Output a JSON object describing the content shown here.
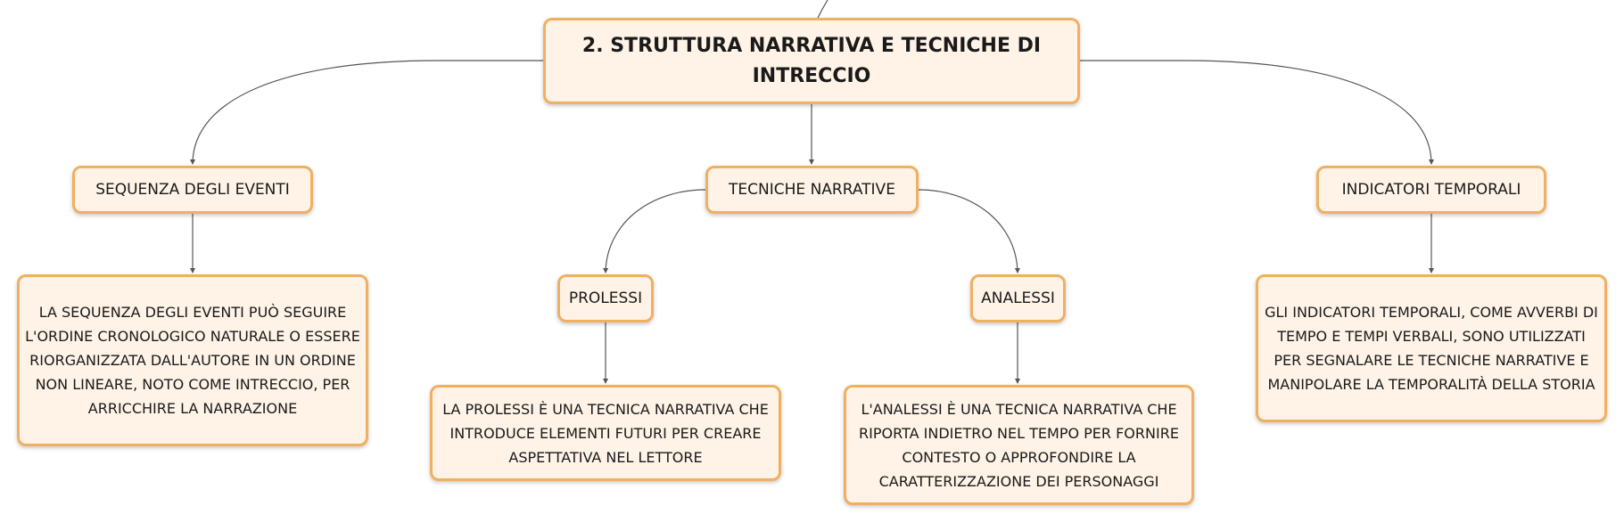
{
  "diagram": {
    "root": {
      "title": "2. STRUTTURA NARRATIVA E TECNICHE DI INTRECCIO"
    },
    "branches": [
      {
        "label": "SEQUENZA DEGLI EVENTI",
        "description": "LA SEQUENZA DEGLI EVENTI PUÒ SEGUIRE L'ORDINE CRONOLOGICO NATURALE O ESSERE RIORGANIZZATA DALL'AUTORE IN UN ORDINE NON LINEARE, NOTO COME INTRECCIO, PER ARRICCHIRE LA NARRAZIONE"
      },
      {
        "label": "TECNICHE NARRATIVE",
        "children": [
          {
            "label": "PROLESSI",
            "description": "LA PROLESSI È UNA TECNICA NARRATIVA CHE INTRODUCE ELEMENTI FUTURI PER CREARE ASPETTATIVA NEL LETTORE"
          },
          {
            "label": "ANALESSI",
            "description": "L'ANALESSI È UNA TECNICA NARRATIVA CHE RIPORTA INDIETRO NEL TEMPO PER FORNIRE CONTESTO O APPROFONDIRE LA CARATTERIZZAZIONE DEI PERSONAGGI"
          }
        ]
      },
      {
        "label": "INDICATORI TEMPORALI",
        "description": "GLI INDICATORI TEMPORALI, COME AVVERBI DI TEMPO E TEMPI VERBALI, SONO UTILIZZATI PER SEGNALARE LE TECNICHE NARRATIVE E MANIPOLARE LA TEMPORALITÀ DELLA STORIA"
      }
    ],
    "colors": {
      "node_fill": "#fef3e6",
      "node_border": "#f0b061",
      "connector": "#555555",
      "text": "#1a1a1a"
    }
  }
}
